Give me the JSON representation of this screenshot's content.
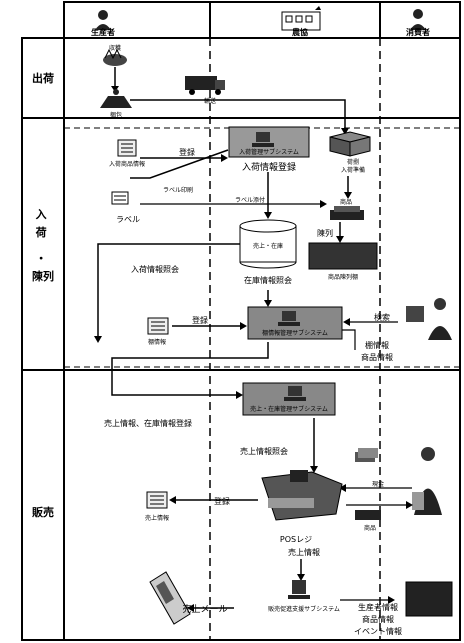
{
  "header": {
    "producer": "生産者",
    "store": "農協",
    "consumer": "消費者"
  },
  "rows": {
    "shipping": "出荷",
    "arrival_1": "入",
    "arrival_2": "荷",
    "arrival_3": "・",
    "arrival_4": "陳列",
    "sales": "販売"
  },
  "labels": {
    "harvest": "収穫",
    "packing": "梱包",
    "transport": "輸送",
    "arrival_check": "荷捌",
    "arrival_check_2": "入荷準備",
    "arrival_product_info": "入荷商品情報",
    "register": "登録",
    "arrival_subsystem": "入荷管理サブシステム",
    "arrival_info_registration": "入荷情報登録",
    "label_print": "ラベル印刷",
    "label": "ラベル",
    "label_attach": "ラベル添付",
    "product": "商品",
    "display": "陳列",
    "product_display_shelf": "商品陳列棚",
    "sales_inventory": "売上・在庫",
    "inventory_info_query": "在庫情報照会",
    "arrival_info_query": "入荷情報照会",
    "shelf_tag_info": "棚情報",
    "shelf_subsystem": "棚情報管理サブシステム",
    "search": "検索",
    "shelf_info": "棚情報",
    "product_info": "商品情報",
    "sales_inventory_register": "売上情報、在庫情報登録",
    "sales_subsystem": "売上・在庫管理サブシステム",
    "sales_info_query": "売上情報照会",
    "cash": "現金",
    "pos_register": "POSレジ",
    "sales_info": "売上情報",
    "promo_subsystem": "販売促進支援サブシステム",
    "sales_mail": "売上メール",
    "producer_info": "生産者情報",
    "event_info": "イベント情報"
  }
}
